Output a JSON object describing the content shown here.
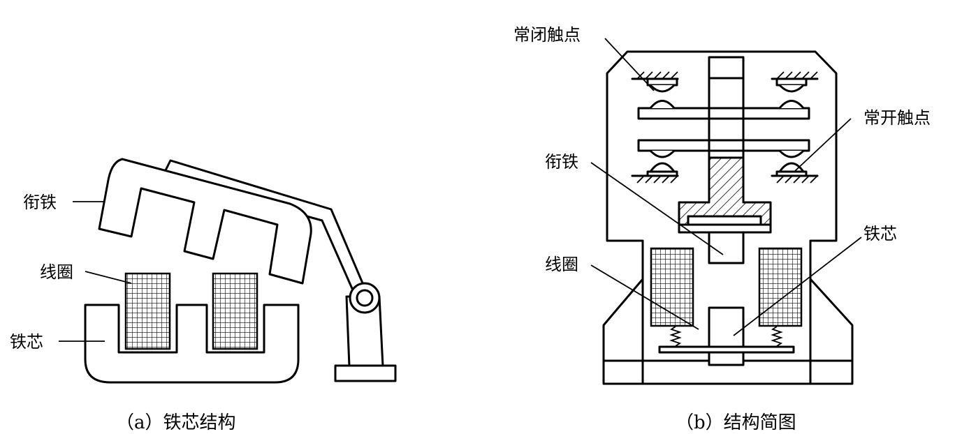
{
  "diagram_a": {
    "labels": {
      "armature": "衔铁",
      "coil": "线圈",
      "core": "铁芯"
    },
    "caption": "（a）铁芯结构"
  },
  "diagram_b": {
    "labels": {
      "nc_contact": "常闭触点",
      "no_contact": "常开触点",
      "armature": "衔铁",
      "coil": "线圈",
      "core": "铁芯"
    },
    "caption": "（b）结构简图"
  }
}
